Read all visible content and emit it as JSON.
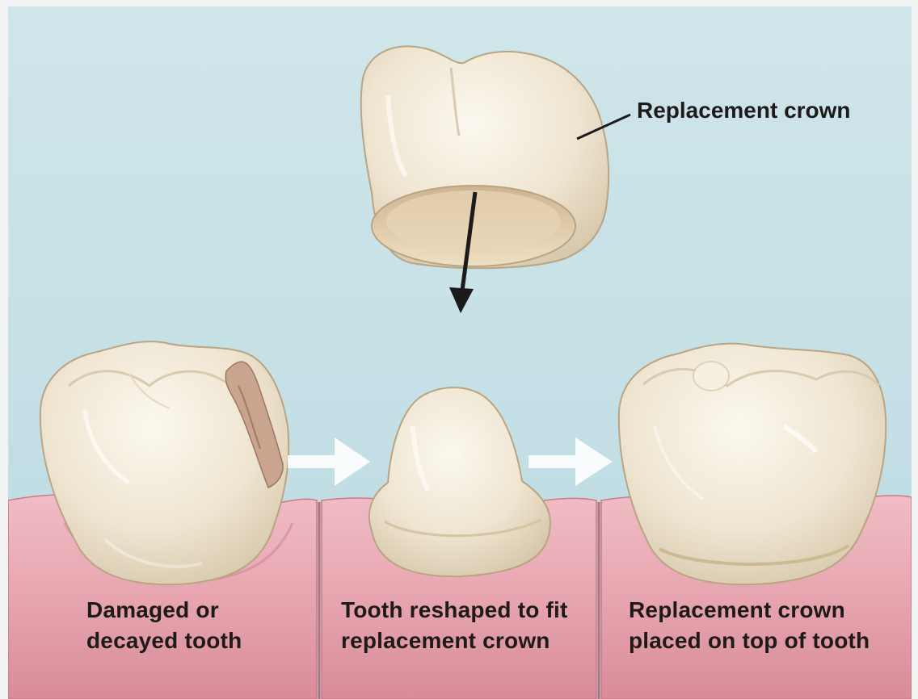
{
  "labels": {
    "crown_callout": "Replacement crown",
    "panel1": {
      "line1": "Damaged or",
      "line2": "decayed tooth"
    },
    "panel2": {
      "line1": "Tooth reshaped to fit",
      "line2": "replacement crown"
    },
    "panel3": {
      "line1": "Replacement crown",
      "line2": "placed on top of tooth"
    }
  },
  "colors": {
    "background": "#c8e2e7",
    "gum": "#ecb5bd",
    "gum_shadow": "#d98c98",
    "tooth": "#f1e8d6",
    "decay": "#c9a58f",
    "arrow_dark": "#1b1b1b",
    "arrow_light": "#ffffff"
  }
}
